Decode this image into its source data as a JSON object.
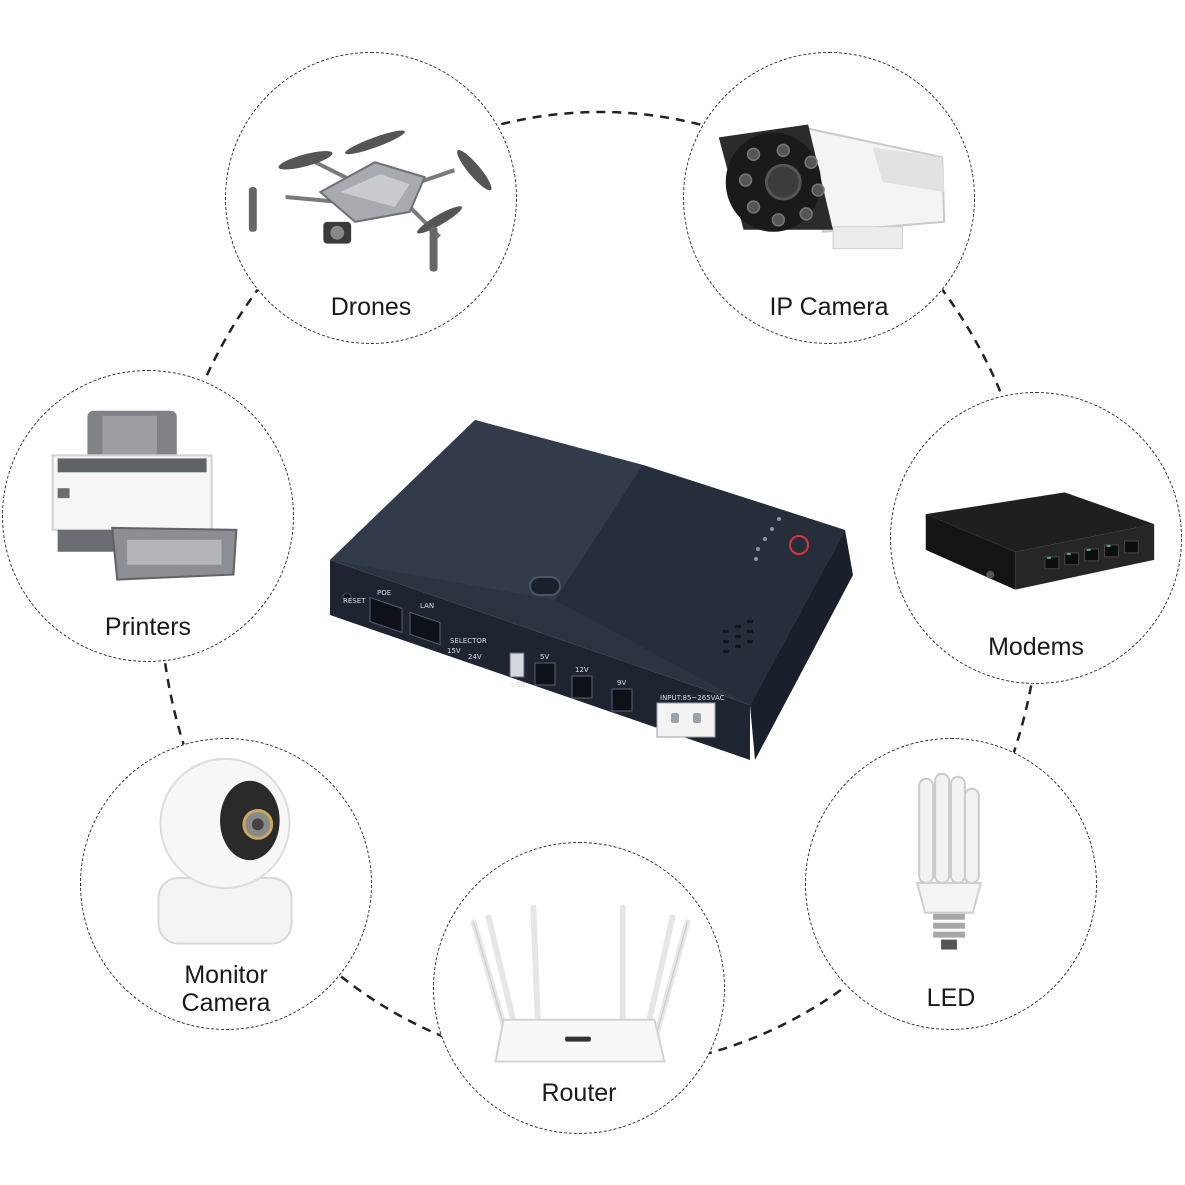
{
  "devices": [
    {
      "id": "drones",
      "label": "Drones",
      "icon": "drone-icon"
    },
    {
      "id": "ip-camera",
      "label": "IP Camera",
      "icon": "cctv-camera-icon"
    },
    {
      "id": "modems",
      "label": "Modems",
      "icon": "network-switch-icon"
    },
    {
      "id": "led",
      "label": "LED",
      "icon": "led-bulb-icon"
    },
    {
      "id": "router",
      "label": "Router",
      "icon": "wifi-router-icon"
    },
    {
      "id": "monitor-camera",
      "label": "Monitor\nCamera",
      "icon": "dome-camera-icon"
    },
    {
      "id": "printers",
      "label": "Printers",
      "icon": "printer-icon"
    }
  ],
  "ups": {
    "icon": "mini-ups-icon",
    "ports": {
      "reset": "RESET",
      "poe": "POE",
      "lan": "LAN",
      "selector": "SELECTOR",
      "sel_low": "15V",
      "sel_high": "24V",
      "usb": "USB",
      "dc1": "5V",
      "dc2": "12V",
      "dc3": "9V",
      "input": "INPUT:85~265VAC"
    }
  }
}
